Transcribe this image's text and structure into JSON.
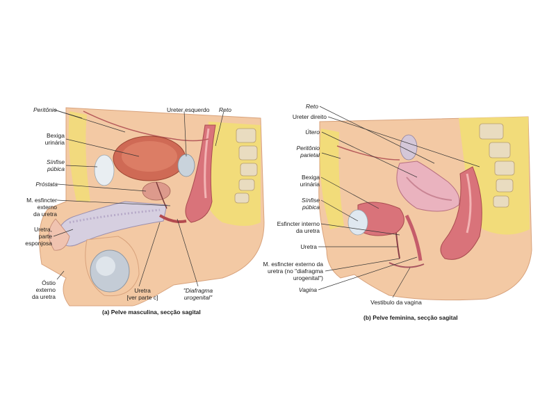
{
  "male": {
    "labels": {
      "peritonio": "Peritônio",
      "bexiga": "Bexiga\nurinária",
      "sinfise": "Sínfise\npúbica",
      "prostata": "Próstata",
      "esfincter": "M. esfincter\nexterno\nda uretra",
      "uretra_esponjosa": "Uretra,\nparte\nesponjosa",
      "ostio": "Óstio\nexterno\nda uretra",
      "ureter": "Ureter esquerdo",
      "reto": "Reto",
      "uretra": "Uretra\n[ver parte c]",
      "diafragma": "\"Diafragma\nurogenital\""
    },
    "caption": "(a) Pelve masculina, secção sagital"
  },
  "female": {
    "labels": {
      "reto": "Reto",
      "ureter": "Ureter direito",
      "utero": "Útero",
      "peritonio": "Peritônio\nparietal",
      "bexiga": "Bexiga\nurinária",
      "sinfise": "Sínfise\npúbica",
      "esfincter_interno": "Esfincter interno\nda uretra",
      "uretra": "Uretra",
      "esfincter_externo": "M. esfincter externo da\nuretra (no \"diafragma\nurogenital\")",
      "vagina": "Vagina",
      "vestibulo": "Vestibulo da vagina"
    },
    "caption": "(b) Pelve feminina, secção sagital"
  },
  "colors": {
    "skin": "#f3c9a4",
    "fat": "#f2dc7a",
    "organ": "#d9737a",
    "bladder": "#cf6a55",
    "bone": "#e9dcc0",
    "line": "#333333"
  }
}
